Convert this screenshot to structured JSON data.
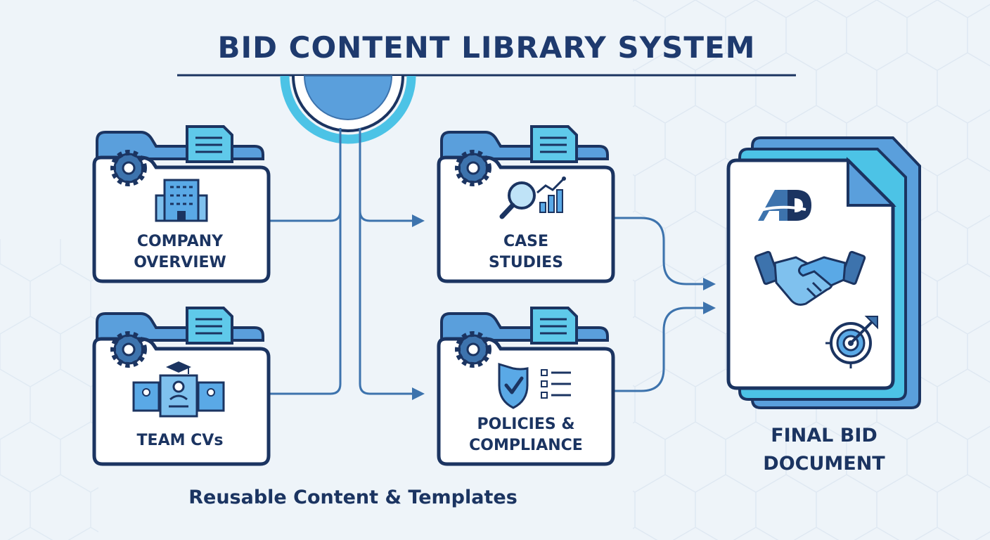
{
  "title": "BID CONTENT LIBRARY SYSTEM",
  "footer": "Reusable Content & Templates",
  "folders": [
    {
      "id": "company-overview",
      "lines": [
        "COMPANY",
        "OVERVIEW"
      ],
      "icon": "building-icon"
    },
    {
      "id": "team-cvs",
      "lines": [
        "TEAM CVs"
      ],
      "icon": "team-cv-icon"
    },
    {
      "id": "case-studies",
      "lines": [
        "CASE",
        "STUDIES"
      ],
      "icon": "magnifier-chart-icon"
    },
    {
      "id": "policies-compliance",
      "lines": [
        "POLICIES &",
        "COMPLIANCE"
      ],
      "icon": "shield-checklist-icon"
    }
  ],
  "final_document": {
    "lines": [
      "FINAL BID",
      "DOCUMENT"
    ],
    "icons": [
      "logo-icon",
      "handshake-icon",
      "target-icon"
    ]
  },
  "colors": {
    "navy": "#1b3461",
    "blue": "#3d73ad",
    "light_blue": "#5aa9e6",
    "cyan": "#4cc3e6",
    "background": "#eef4f9"
  }
}
